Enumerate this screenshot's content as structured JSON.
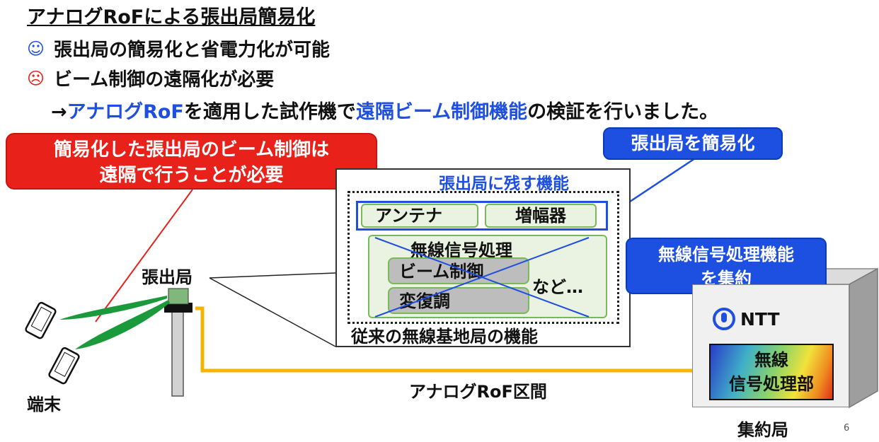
{
  "title": "アナログRoFによる張出局簡易化",
  "bullets": [
    {
      "icon": "☺",
      "icon_name": "smile-icon",
      "text": "張出局の簡易化と省電力化が可能"
    },
    {
      "icon": "☹",
      "icon_name": "frown-icon",
      "text": "ビーム制御の遠隔化が必要"
    }
  ],
  "conclusion": {
    "prefix": "→",
    "part1": "アナログRoF",
    "part2": "を適用した試作機で",
    "part3": "遠隔ビーム制御機能",
    "part4": "の検証を行いました。"
  },
  "callouts": {
    "red_line1": "簡易化した張出局のビーム制御は",
    "red_line2": "遠隔で行うことが必要",
    "simplify": "張出局を簡易化",
    "aggregate_line1": "無線信号処理機能",
    "aggregate_line2": "を集約"
  },
  "diagram": {
    "remaining_functions": "張出局に残す機能",
    "antenna": "アンテナ",
    "amplifier": "増幅器",
    "signal_processing": "無線信号処理",
    "beam_control": "ビーム制御",
    "modulation": "変復調",
    "etc": "など…",
    "conventional": "従来の無線基地局の機能",
    "remote_station": "張出局",
    "terminal": "端末",
    "rof_section": "アナログRoF区間",
    "ntt": "NTT",
    "proc_line1": "無線",
    "proc_line2": "信号処理部",
    "central_station": "集約局"
  },
  "page_number": "6",
  "colors": {
    "accent_blue": "#1f4fe0",
    "alert_red": "#e8211b",
    "fiber": "#f5b400",
    "beam_green": "#1a9a3a"
  }
}
